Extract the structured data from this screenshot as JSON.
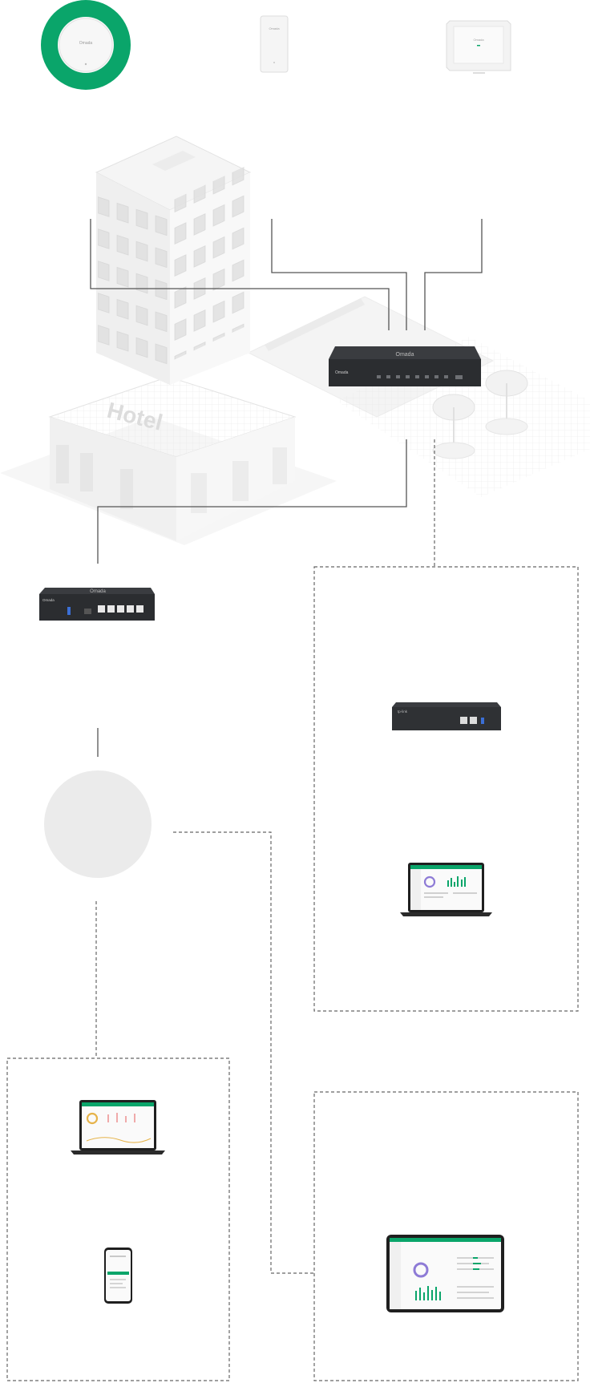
{
  "brand": {
    "logo_text": "Omada",
    "controller_logo_text": "tp-link"
  },
  "building": {
    "sign_text": "Hotel"
  },
  "colors": {
    "accent_green": "#0aa56a",
    "line_gray": "#555555",
    "dashed_gray": "#666666",
    "building_face": "#f1f1f1",
    "device_dark": "#2b2d30",
    "cloud_circle": "#ebebeb"
  },
  "icons": {
    "ceiling_ap": "ceiling-access-point-icon",
    "wall_ap": "wall-plate-access-point-icon",
    "outdoor_ap": "outdoor-access-point-icon",
    "poe_switch": "poe-switch-icon",
    "router": "gateway-router-icon",
    "hardware_controller": "hardware-controller-icon",
    "laptop": "laptop-dashboard-icon",
    "phone": "mobile-app-icon",
    "tablet": "tablet-dashboard-icon",
    "cloud": "cloud-circle-icon",
    "umbrella": "patio-umbrella-icon"
  }
}
